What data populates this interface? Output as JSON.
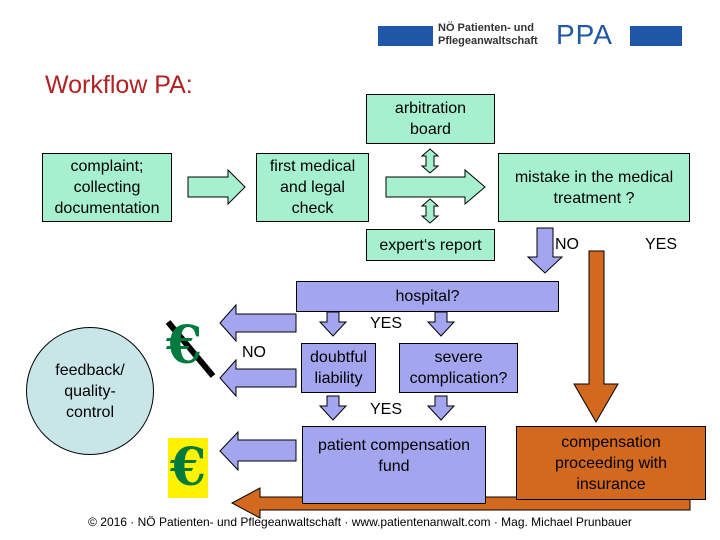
{
  "header": {
    "logo_line1": "NÖ Patienten- und",
    "logo_line2": "Pflegeanwaltschaft",
    "logo_acronym": "PPA",
    "brand_color": "#1f57a8"
  },
  "title": "Workflow PA:",
  "boxes": {
    "complaint": "complaint; collecting documentation",
    "first_check": "first medical and legal check",
    "arbitration": "arbitration board",
    "mistake": "mistake in the medical treatment ?",
    "expert_report": "expert‘s report",
    "hospital": "hospital?",
    "doubtful": "doubtful liability",
    "severe": "severe complication?",
    "feedback": "feedback/ quality-control",
    "patient_fund": "patient compensation fund",
    "insurance": "compensation proceeding with insurance"
  },
  "labels": {
    "no_mistake": "NO",
    "yes_mistake": "YES",
    "yes_hospital": "YES",
    "no_hospital": "NO",
    "yes_severe": "YES",
    "euro_crossed": "€",
    "euro": "€"
  },
  "colors": {
    "title": "#b22222",
    "green_box": "#a6f0d0",
    "purple_box": "#a3a6ef",
    "orange": "#d2691e",
    "feedback_circle": "#c8e6e8",
    "euro_green": "#007a3d"
  },
  "footer": "© 2016 · NÖ Patienten- und Pflegeanwaltschaft · www.patientenanwalt.com · Mag. Michael Prunbauer"
}
